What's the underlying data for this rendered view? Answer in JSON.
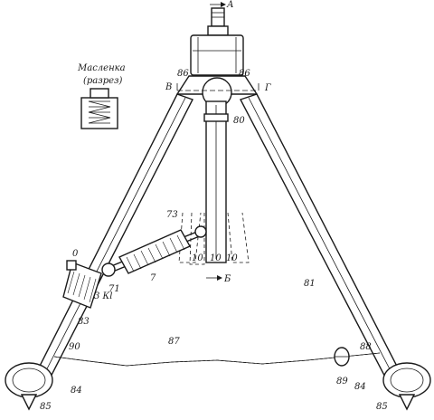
{
  "inset": {
    "title_line1": "Масленка",
    "title_line2": "(разрез)"
  },
  "labels": {
    "A": "А",
    "B_upper": "В",
    "G_upper": "Г",
    "B_lower": "Б",
    "n86_left": "86",
    "n86_right": "86",
    "n80": "80",
    "n73": "73",
    "n10_a": "10",
    "n10_b": "10",
    "n10_c": "10",
    "n7": "7",
    "n71": "71",
    "nO": "0",
    "n3Kl": "3 Кl",
    "n81": "81",
    "n83": "83",
    "n87": "87",
    "n90": "90",
    "n88": "88",
    "n89": "89",
    "n84_left": "84",
    "n84_right": "84",
    "n85_left": "85",
    "n85_right": "85"
  }
}
